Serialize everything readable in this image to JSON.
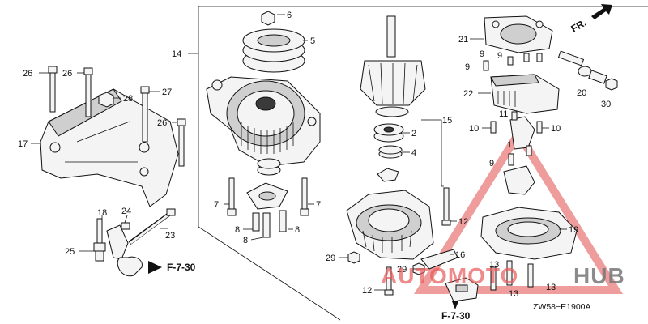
{
  "callouts": {
    "c1": "1",
    "c2": "2",
    "c4": "4",
    "c5": "5",
    "c6": "6",
    "c7a": "7",
    "c7b": "7",
    "c8a": "8",
    "c8b": "8",
    "c8c": "8",
    "c9a": "9",
    "c9b": "9",
    "c9c": "9",
    "c9d": "9",
    "c10a": "10",
    "c10b": "10",
    "c11": "11",
    "c12a": "12",
    "c12b": "12",
    "c13a": "13",
    "c13b": "13",
    "c13c": "13",
    "c14": "14",
    "c15": "15",
    "c16": "16",
    "c17": "17",
    "c18": "18",
    "c19": "19",
    "c20": "20",
    "c21": "21",
    "c22": "22",
    "c23": "23",
    "c24": "24",
    "c25": "25",
    "c26a": "26",
    "c26b": "26",
    "c26c": "26",
    "c27": "27",
    "c28": "28",
    "c29a": "29",
    "c29b": "29",
    "c30": "30"
  },
  "references": {
    "ref_left": "F-7-30",
    "ref_bottom": "F-7-30"
  },
  "direction": {
    "label": "FR."
  },
  "diagram_code": "ZW58−E1900A",
  "watermark": {
    "part1": "AUTOMOTO",
    "part2": "HUB",
    "color": "#e04a4a"
  }
}
